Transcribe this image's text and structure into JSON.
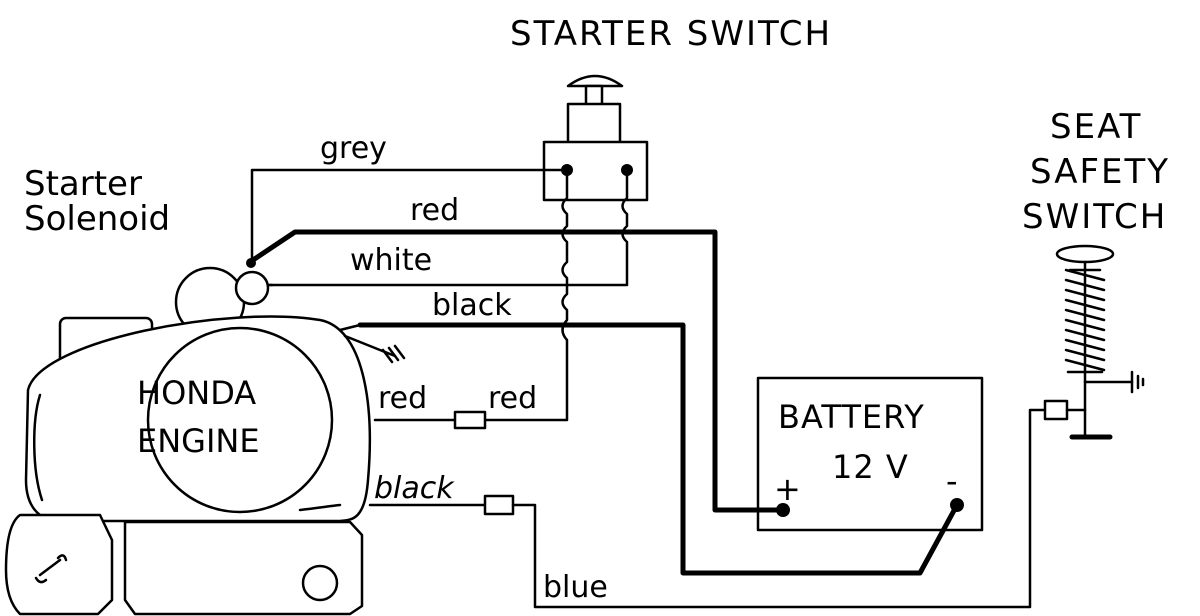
{
  "labels": {
    "starter_switch": "STARTER  SWITCH",
    "seat_safety_switch": [
      "SEAT",
      "SAFETY",
      "SWITCH"
    ],
    "starter_solenoid": [
      "Starter",
      "Solenoid"
    ],
    "battery": "BATTERY",
    "battery_voltage": "12 V",
    "battery_plus": "+",
    "battery_minus": "-",
    "engine": [
      "HONDA",
      "ENGINE"
    ]
  },
  "wires": {
    "grey": "grey",
    "red_top": "red",
    "white": "white",
    "black_top": "black",
    "red_engine": "red",
    "red_connector": "red",
    "black_engine": "black",
    "blue": "blue"
  }
}
